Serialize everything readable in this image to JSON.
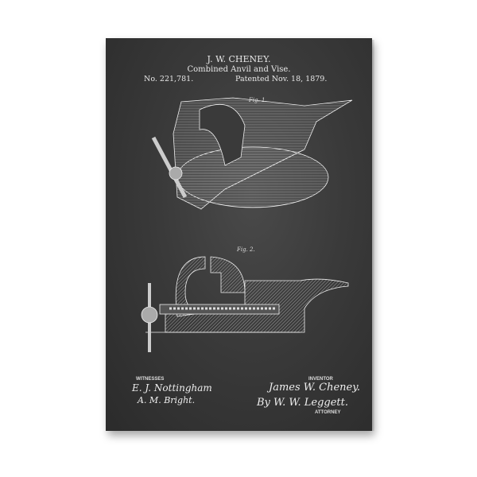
{
  "header": {
    "inventor_name": "J. W. CHENEY.",
    "title": "Combined Anvil and Vise.",
    "patent_number": "No. 221,781.",
    "patent_date": "Patented Nov. 18, 1879."
  },
  "figures": {
    "fig1_label": "Fig. 1.",
    "fig2_label": "Fig. 2."
  },
  "footer": {
    "witnesses_label": "WITNESSES",
    "witness_1": "E. J. Nottingham",
    "witness_2": "A. M. Bright.",
    "inventor_label": "INVENTOR",
    "inventor_signature": "James W. Cheney.",
    "attorney_signature": "By W. W. Leggett.",
    "attorney_label": "ATTORNEY"
  },
  "colors": {
    "background": "#3a3a3a",
    "ink": "#e8e8e8"
  }
}
